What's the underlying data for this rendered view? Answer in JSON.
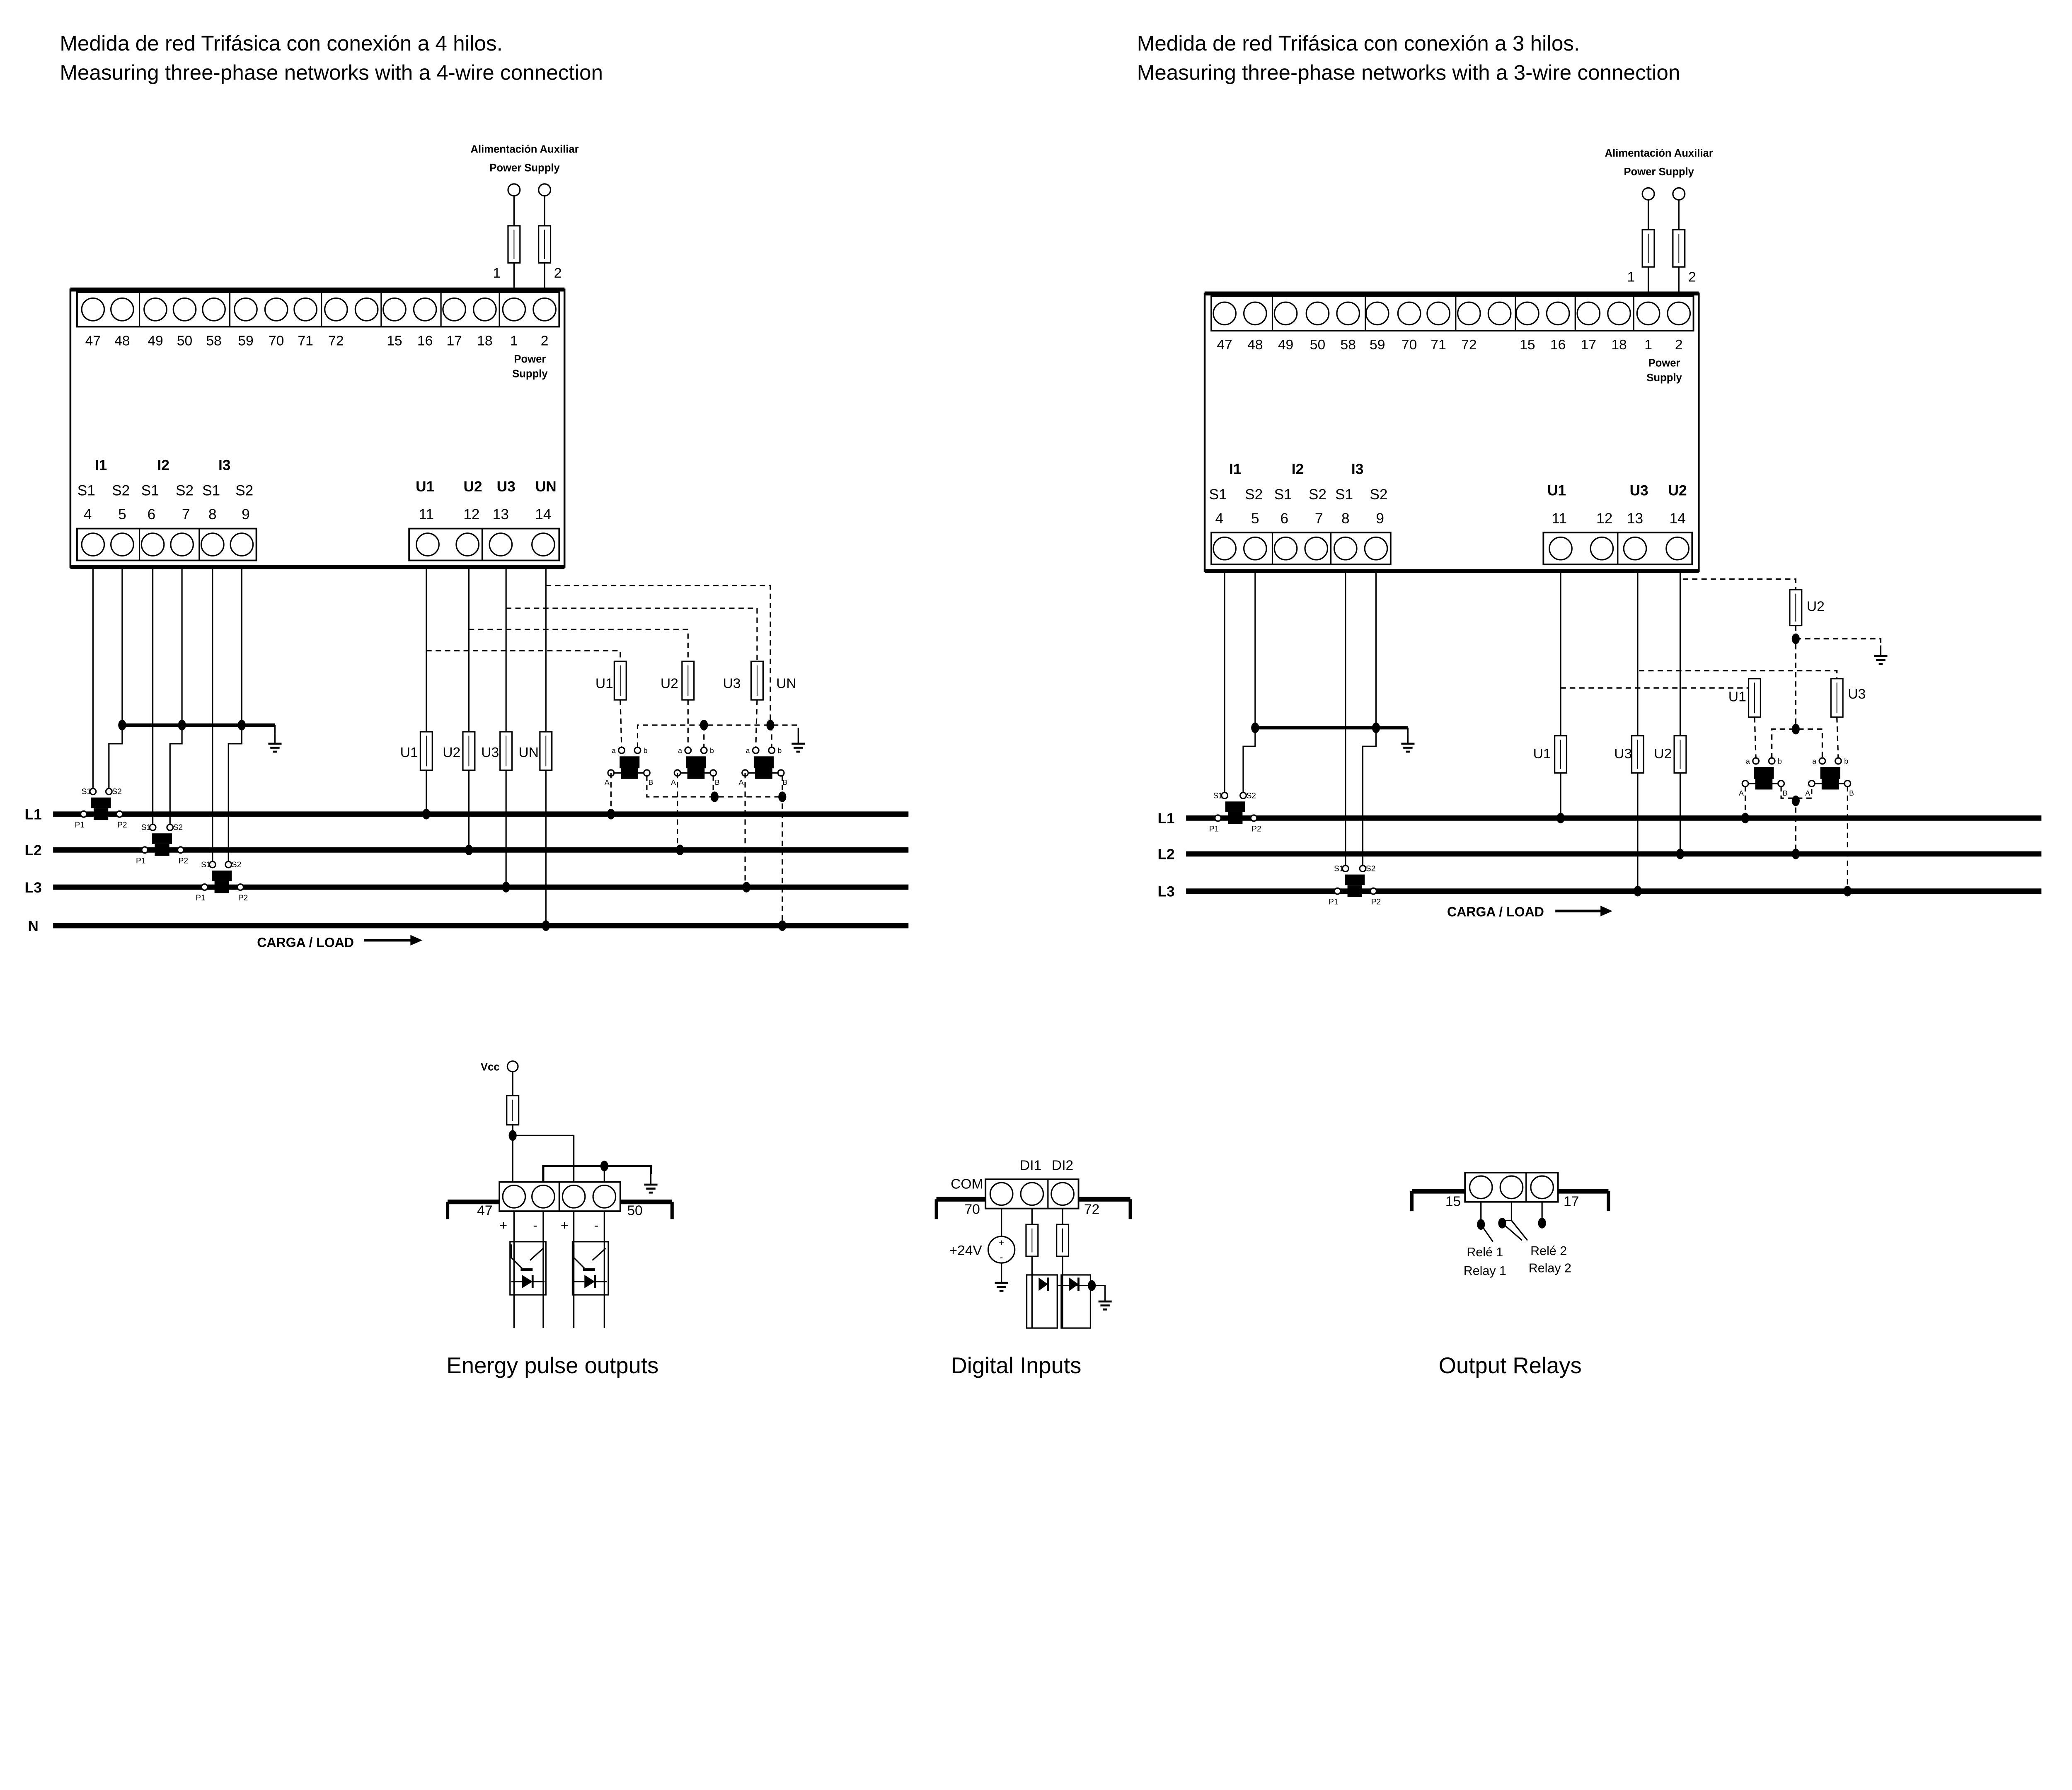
{
  "titles": {
    "left_es": "Medida de red Trifásica con conexión a 4 hilos.",
    "left_en": "Measuring three-phase networks with a 4-wire connection",
    "right_es": "Medida de red Trifásica con conexión a 3 hilos.",
    "right_en": "Measuring three-phase networks with a 3-wire connection"
  },
  "four_wire": {
    "aux_supply": {
      "es": "Alimentación Auxiliar",
      "en": "Power Supply",
      "pin1": "1",
      "pin2": "2"
    },
    "top_terminals": [
      "47",
      "48",
      "49",
      "50",
      "58",
      "59",
      "70",
      "71",
      "72",
      "15",
      "16",
      "17",
      "18",
      "1",
      "2"
    ],
    "power_label": [
      "Power",
      "Supply"
    ],
    "current_groups": [
      "I1",
      "I2",
      "I3"
    ],
    "current_pins": [
      "S1",
      "S2",
      "S1",
      "S2",
      "S1",
      "S2"
    ],
    "current_numbers": [
      "4",
      "5",
      "6",
      "7",
      "8",
      "9"
    ],
    "voltage_labels": [
      "U1",
      "U2",
      "U3",
      "UN"
    ],
    "voltage_numbers": [
      "11",
      "12",
      "13",
      "14"
    ],
    "lines": [
      "L1",
      "L2",
      "L3",
      "N"
    ],
    "ct_labels": [
      "S1",
      "S2",
      "P1",
      "P2"
    ],
    "fuse_labels": [
      "U1",
      "U2",
      "U3",
      "UN"
    ],
    "vt_fuse_labels": [
      "U1",
      "U2",
      "U3",
      "UN"
    ],
    "vt_terminals": [
      "a",
      "b",
      "A",
      "B"
    ],
    "load": "CARGA / LOAD"
  },
  "three_wire": {
    "aux_supply": {
      "es": "Alimentación Auxiliar",
      "en": "Power Supply",
      "pin1": "1",
      "pin2": "2"
    },
    "top_terminals": [
      "47",
      "48",
      "49",
      "50",
      "58",
      "59",
      "70",
      "71",
      "72",
      "15",
      "16",
      "17",
      "18",
      "1",
      "2"
    ],
    "power_label": [
      "Power",
      "Supply"
    ],
    "current_groups": [
      "I1",
      "I2",
      "I3"
    ],
    "current_pins": [
      "S1",
      "S2",
      "S1",
      "S2",
      "S1",
      "S2"
    ],
    "current_numbers": [
      "4",
      "5",
      "6",
      "7",
      "8",
      "9"
    ],
    "voltage_labels": [
      "U1",
      "U3",
      "U2"
    ],
    "voltage_numbers": [
      "11",
      "12",
      "13",
      "14"
    ],
    "lines": [
      "L1",
      "L2",
      "L3"
    ],
    "ct_labels": [
      "S1",
      "S2",
      "P1",
      "P2"
    ],
    "fuse_labels": [
      "U1",
      "U3",
      "U2"
    ],
    "vt_fuse_labels": [
      "U2",
      "U1",
      "U3"
    ],
    "vt_terminals": [
      "a",
      "b",
      "A",
      "B"
    ],
    "load": "CARGA / LOAD"
  },
  "pulse_outputs": {
    "vcc": "Vcc",
    "left_pin": "47",
    "right_pin": "50",
    "polarity": [
      "+",
      "-",
      "+",
      "-"
    ],
    "caption": "Energy pulse outputs"
  },
  "digital_inputs": {
    "com": "COM",
    "di1": "DI1",
    "di2": "DI2",
    "pin_left": "70",
    "pin_right": "72",
    "source": "+24V",
    "source_plus": "+",
    "source_minus": "-",
    "caption": "Digital Inputs"
  },
  "output_relays": {
    "pin_left": "15",
    "pin_right": "17",
    "relay1_es": "Relé 1",
    "relay1_en": "Relay 1",
    "relay2_es": "Relé 2",
    "relay2_en": "Relay 2",
    "caption": "Output Relays"
  }
}
